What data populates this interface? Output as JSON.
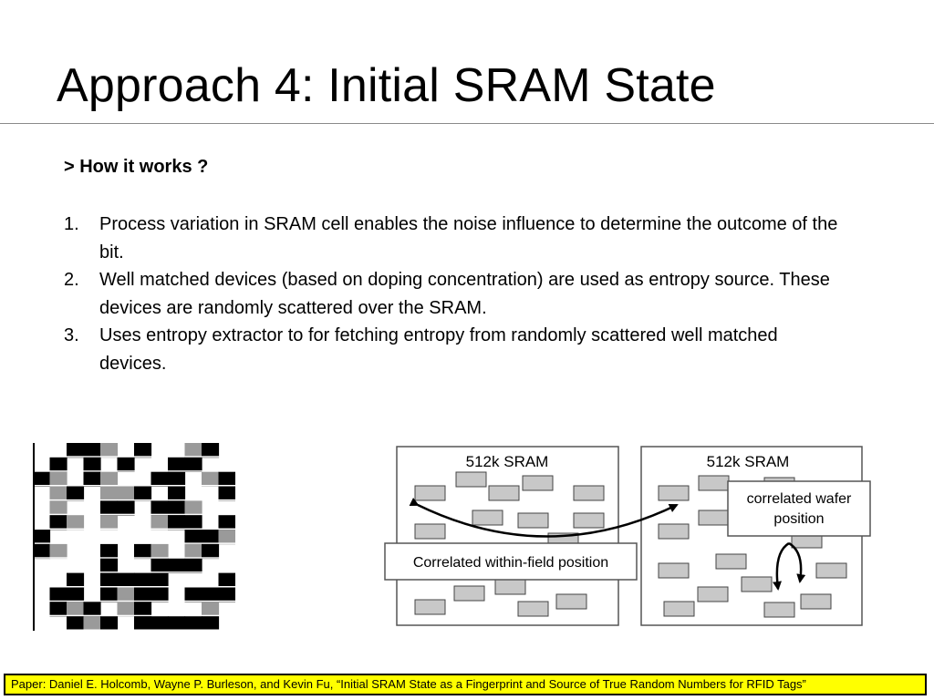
{
  "slide": {
    "title": "Approach 4: Initial SRAM State",
    "subheading": "> How it works ?",
    "steps": [
      {
        "num": "1.",
        "text": "Process variation in SRAM cell enables the noise influence to determine the outcome of the bit."
      },
      {
        "num": "2.",
        "text": "Well matched devices (based on doping concentration) are used as entropy source. These devices are randomly scattered over the SRAM."
      },
      {
        "num": "3.",
        "text": "Uses entropy extractor to for fetching entropy from randomly scattered well matched devices."
      }
    ]
  },
  "diagram": {
    "left_panel_title": "512k SRAM",
    "right_panel_title": "512k SRAM",
    "correlated_field_label": "Correlated within-field position",
    "correlated_wafer_line1": "correlated wafer",
    "correlated_wafer_line2": "position"
  },
  "footer": {
    "citation": "Paper: Daniel E. Holcomb, Wayne P. Burleson, and Kevin Fu, “Initial SRAM State as a Fingerprint and Source of True Random Numbers for RFID Tags”",
    "background_color": "#ffff00"
  },
  "colors": {
    "block_fill": "#c8c8c8",
    "pattern_gray": "#9a9a9a"
  }
}
